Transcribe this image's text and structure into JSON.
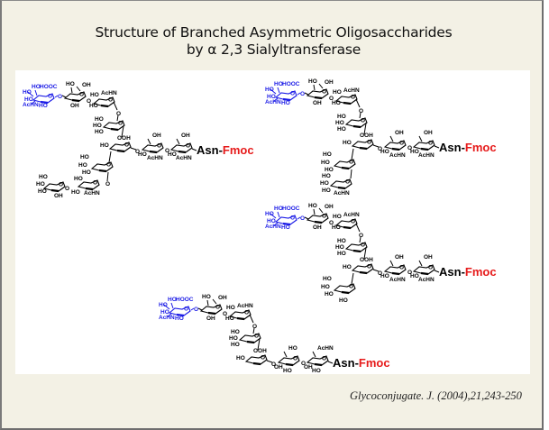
{
  "title": {
    "line1": "Structure of Branched Asymmetric Oligosaccharides",
    "line2": "by α 2,3 Sialyltransferase"
  },
  "citation": "Glycoconjugate. J. (2004),21,243-250",
  "colors": {
    "background": "#F3F1E5",
    "panel": "#FFFFFF",
    "sialic_acid": "#1A1AE6",
    "fmoc": "#E61A1A",
    "structure": "#000000",
    "border": "#6E6E6E"
  },
  "structures": [
    {
      "id": "structure-1",
      "description": "Sialylated biantennary oligosaccharide, sialic acid on upper (α1-3) branch, lower branch ends in Gal-GlcNAc",
      "sialic_labels": [
        "HO",
        "HO",
        "HOOC",
        "HO",
        "AcHN",
        "HO"
      ],
      "labels": [
        "HO",
        "OH",
        "OH",
        "HO",
        "AcHN",
        "HO",
        "HO",
        "HO",
        "OOH",
        "HO",
        "OH",
        "HO",
        "AcHN",
        "OH",
        "HO",
        "AcHN",
        "HO",
        "HO",
        "HO",
        "HO",
        "HO",
        "HO",
        "HO",
        "HO",
        "OH",
        "HO",
        "AcHN"
      ],
      "asn": "Asn",
      "dash": "-",
      "fmoc": "Fmoc"
    },
    {
      "id": "structure-2",
      "description": "Sialylated oligosaccharide, lower branch ends in GlcNAc",
      "sialic_labels": [
        "HO",
        "HO",
        "HOOC",
        "HO",
        "AcHN",
        "HO"
      ],
      "labels": [
        "HO",
        "OH",
        "OH",
        "HO",
        "AcHN",
        "HO",
        "HO",
        "HO",
        "OOH",
        "HO",
        "OH",
        "HO",
        "AcHN",
        "OH",
        "HO",
        "AcHN",
        "HO",
        "HO",
        "HO",
        "HO",
        "HO",
        "HO",
        "AcHN"
      ],
      "asn": "Asn",
      "dash": "-",
      "fmoc": "Fmoc"
    },
    {
      "id": "structure-3",
      "description": "Sialylated oligosaccharide, lower branch ends in mannose",
      "sialic_labels": [
        "HO",
        "HO",
        "HOOC",
        "HO",
        "AcHN",
        "HO"
      ],
      "labels": [
        "HO",
        "OH",
        "OH",
        "HO",
        "AcHN",
        "HO",
        "HO",
        "HO",
        "OOH",
        "HO",
        "OH",
        "HO",
        "AcHN",
        "OH",
        "HO",
        "AcHN",
        "HO",
        "HO",
        "HO",
        "HO"
      ],
      "asn": "Asn",
      "dash": "-",
      "fmoc": "Fmoc"
    },
    {
      "id": "structure-4",
      "description": "Sialylated oligosaccharide, single (α1-3) branch only",
      "sialic_labels": [
        "HO",
        "HO",
        "HOOC",
        "HO",
        "AcHN",
        "HO"
      ],
      "labels": [
        "HO",
        "OH",
        "OH",
        "HO",
        "AcHN",
        "HO",
        "HO",
        "HO",
        "OOH",
        "HO",
        "HO",
        "OH",
        "HO",
        "AcHN",
        "OH",
        "HO",
        "AcHN"
      ],
      "asn": "Asn",
      "dash": "-",
      "fmoc": "Fmoc"
    }
  ]
}
